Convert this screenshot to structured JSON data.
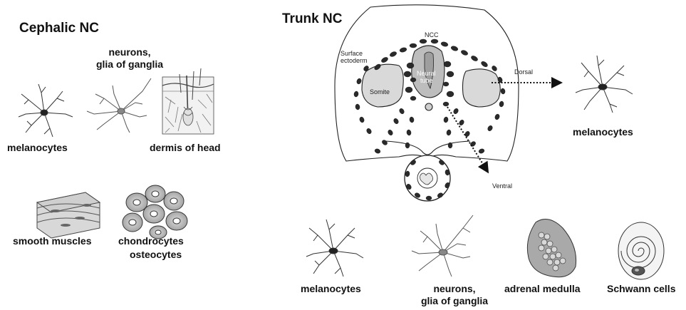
{
  "cephalic": {
    "title": "Cephalic NC",
    "labels": {
      "melanocytes": "melanocytes",
      "neurons_line1": "neurons,",
      "neurons_line2": "glia of ganglia",
      "dermis": "dermis of head",
      "smooth_muscles": "smooth muscles",
      "chondrocytes": "chondrocytes",
      "osteocytes": "osteocytes"
    }
  },
  "trunk": {
    "title": "Trunk NC",
    "section_labels": {
      "ncc": "NCC",
      "surface_line1": "Surface",
      "surface_line2": "ectoderm",
      "neural_line1": "Neural",
      "neural_line2": "tube",
      "somite": "Somite",
      "dorsal": "Dorsal",
      "ventral": "Ventral"
    },
    "dorsal_fate": "melanocytes",
    "ventral_fates": {
      "melanocytes": "melanocytes",
      "neurons_line1": "neurons,",
      "neurons_line2": "glia of ganglia",
      "adrenal": "adrenal medulla",
      "schwann": "Schwann cells"
    }
  }
}
